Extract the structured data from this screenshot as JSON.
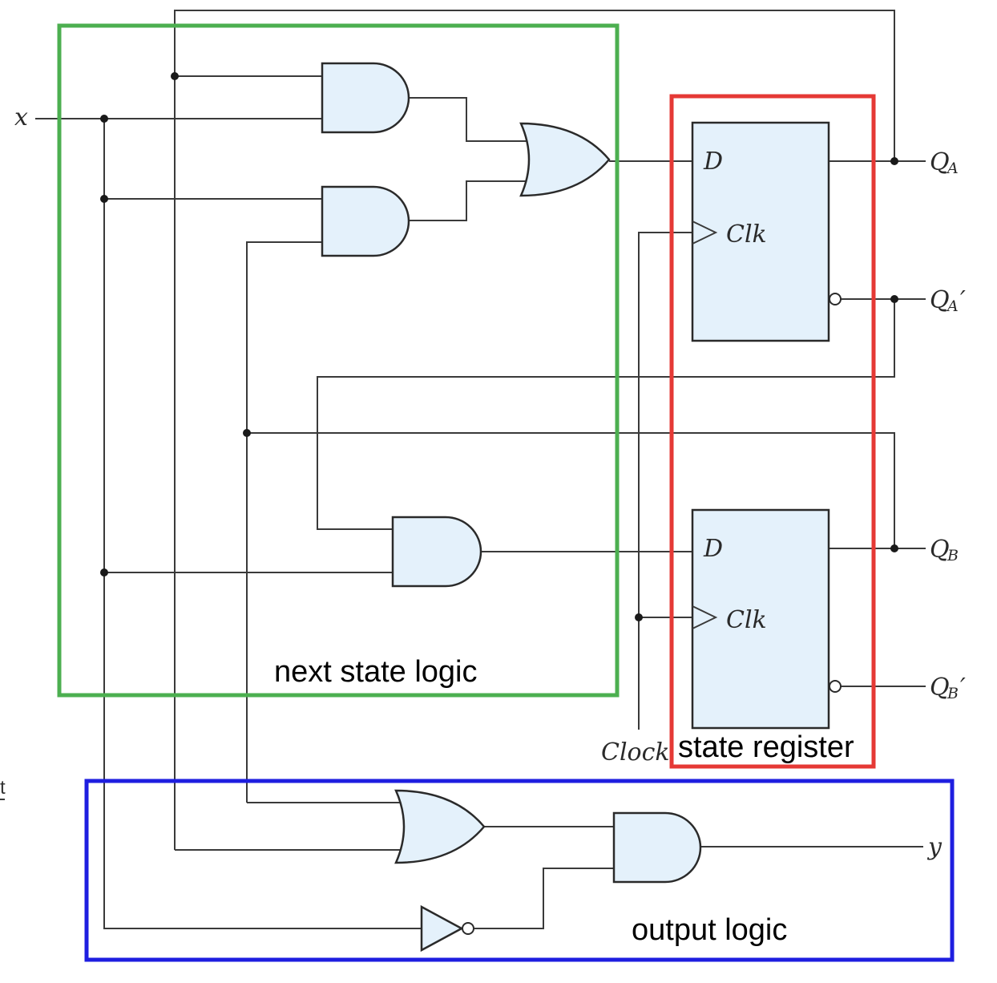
{
  "signals": {
    "x": "x",
    "qa_base": "Q",
    "qa_sub": "A",
    "qa_not_base": "Q",
    "qa_not_sub": "A",
    "qb_base": "Q",
    "qb_sub": "B",
    "qb_not_base": "Q",
    "qb_not_sub": "B",
    "prime": "′",
    "y": "y",
    "clock": "Clock"
  },
  "flipflops": {
    "a": {
      "d_label": "D",
      "clk_label": "Clk"
    },
    "b": {
      "d_label": "D",
      "clk_label": "Clk"
    }
  },
  "regions": {
    "next_state": {
      "label": "next state logic",
      "color": "#4caf50"
    },
    "state_register": {
      "label": "state register",
      "color": "#e53935"
    },
    "output": {
      "label": "output logic",
      "color": "#1e1ee0"
    }
  },
  "margin_fragment": "t"
}
